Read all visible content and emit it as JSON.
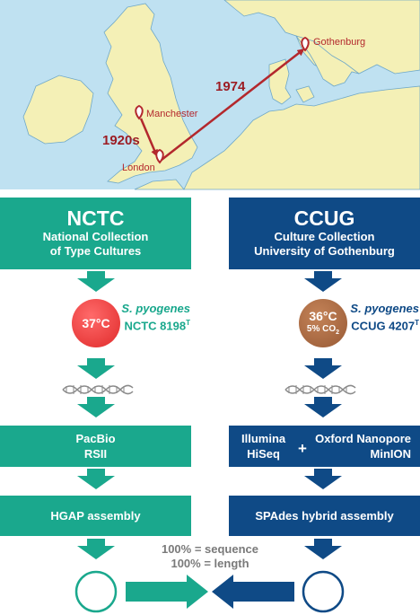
{
  "map": {
    "cities": {
      "manchester": "Manchester",
      "london": "London",
      "gothenburg": "Gothenburg"
    },
    "years": {
      "y1920s": "1920s",
      "y1974": "1974"
    }
  },
  "left": {
    "title": "NCTC",
    "subtitle_line1": "National Collection",
    "subtitle_line2": "of Type Cultures",
    "culture_temp": "37°C",
    "species_name": "S. pyogenes",
    "strain": "NCTC 8198",
    "strain_sup": "T",
    "platform_line1": "PacBio",
    "platform_line2": "RSII",
    "assembly": "HGAP assembly"
  },
  "right": {
    "title": "CCUG",
    "subtitle_line1": "Culture Collection",
    "subtitle_line2": "University of Gothenburg",
    "culture_temp": "36°C",
    "culture_co2_prefix": "5% CO",
    "culture_co2_sub": "2",
    "species_name": "S. pyogenes",
    "strain": "CCUG 4207",
    "strain_sup": "T",
    "platform_a_line1": "Illumina",
    "platform_a_line2": "HiSeq",
    "plus": "+",
    "platform_b_line1": "Oxford Nanopore",
    "platform_b_line2": "MinION",
    "assembly": "SPAdes hybrid assembly"
  },
  "comparison": {
    "line1": "100% = sequence",
    "line2": "100% = length"
  },
  "colors": {
    "teal": "#1aa88d",
    "navy": "#0f4a86",
    "red": "#e83a3a",
    "brown": "#a0623f",
    "map_land": "#f4f0b6",
    "map_sea": "#bfe1f1",
    "route": "#b3282d"
  }
}
